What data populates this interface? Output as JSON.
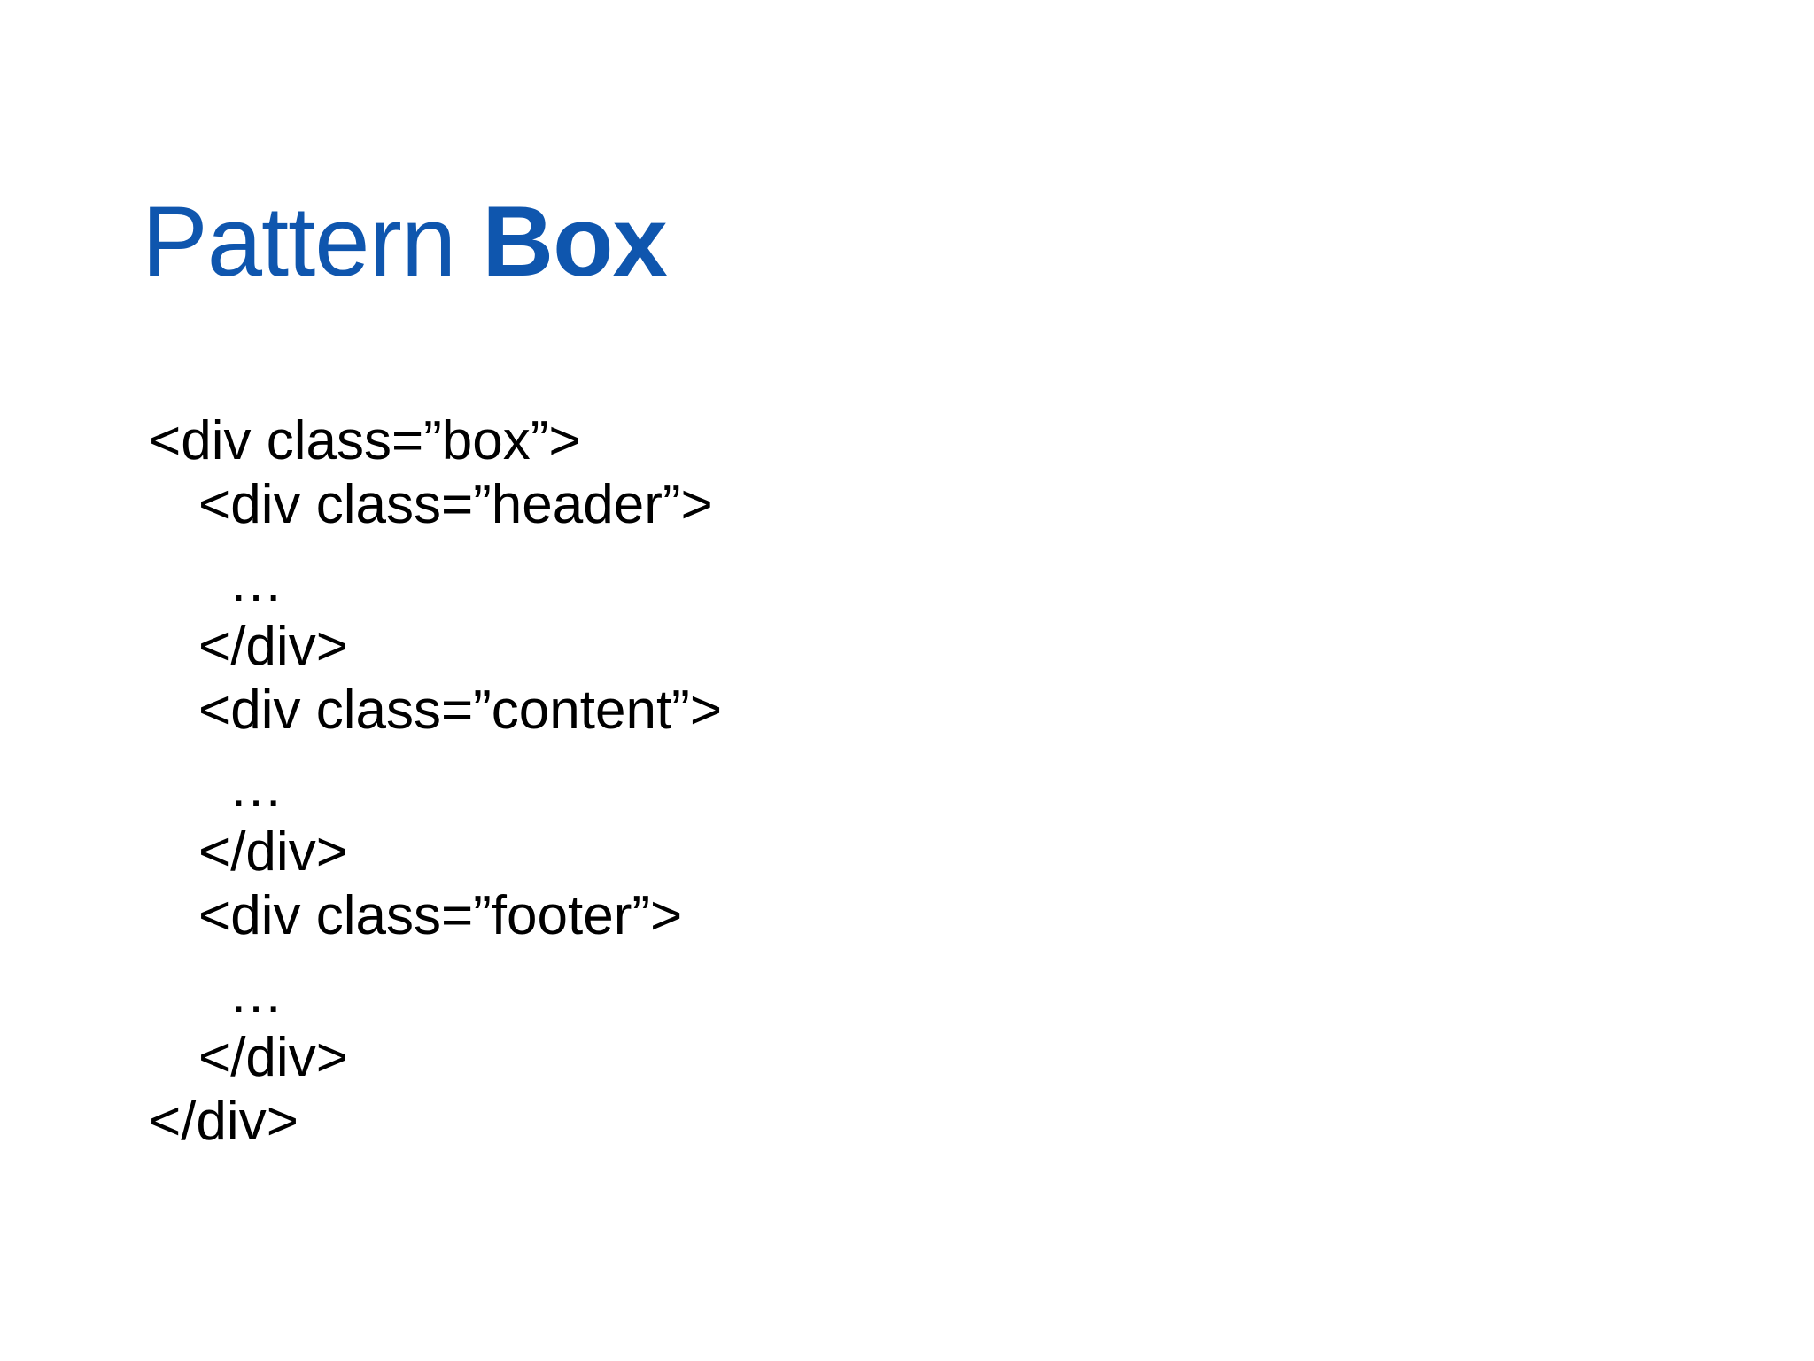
{
  "slide": {
    "background_color": "#ffffff",
    "title": {
      "part_light": "Pattern",
      "space": " ",
      "part_bold": "Box",
      "color": "#0f56ae"
    },
    "code": {
      "text_color": "#000000",
      "lines": [
        {
          "indent": 0,
          "text": "<div class=”box”>",
          "gap": "none"
        },
        {
          "indent": 1,
          "text": "<div class=”header”>",
          "gap": "none"
        },
        {
          "indent": 2,
          "text": "…",
          "gap": "large"
        },
        {
          "indent": 1,
          "text": "</div>",
          "gap": "none"
        },
        {
          "indent": 1,
          "text": "<div class=”content”>",
          "gap": "none"
        },
        {
          "indent": 2,
          "text": "…",
          "gap": "large"
        },
        {
          "indent": 1,
          "text": "</div>",
          "gap": "none"
        },
        {
          "indent": 1,
          "text": "<div class=”footer”>",
          "gap": "none"
        },
        {
          "indent": 2,
          "text": "…",
          "gap": "large"
        },
        {
          "indent": 1,
          "text": "</div>",
          "gap": "none"
        },
        {
          "indent": 0,
          "text": "</div>",
          "gap": "none"
        }
      ]
    }
  }
}
